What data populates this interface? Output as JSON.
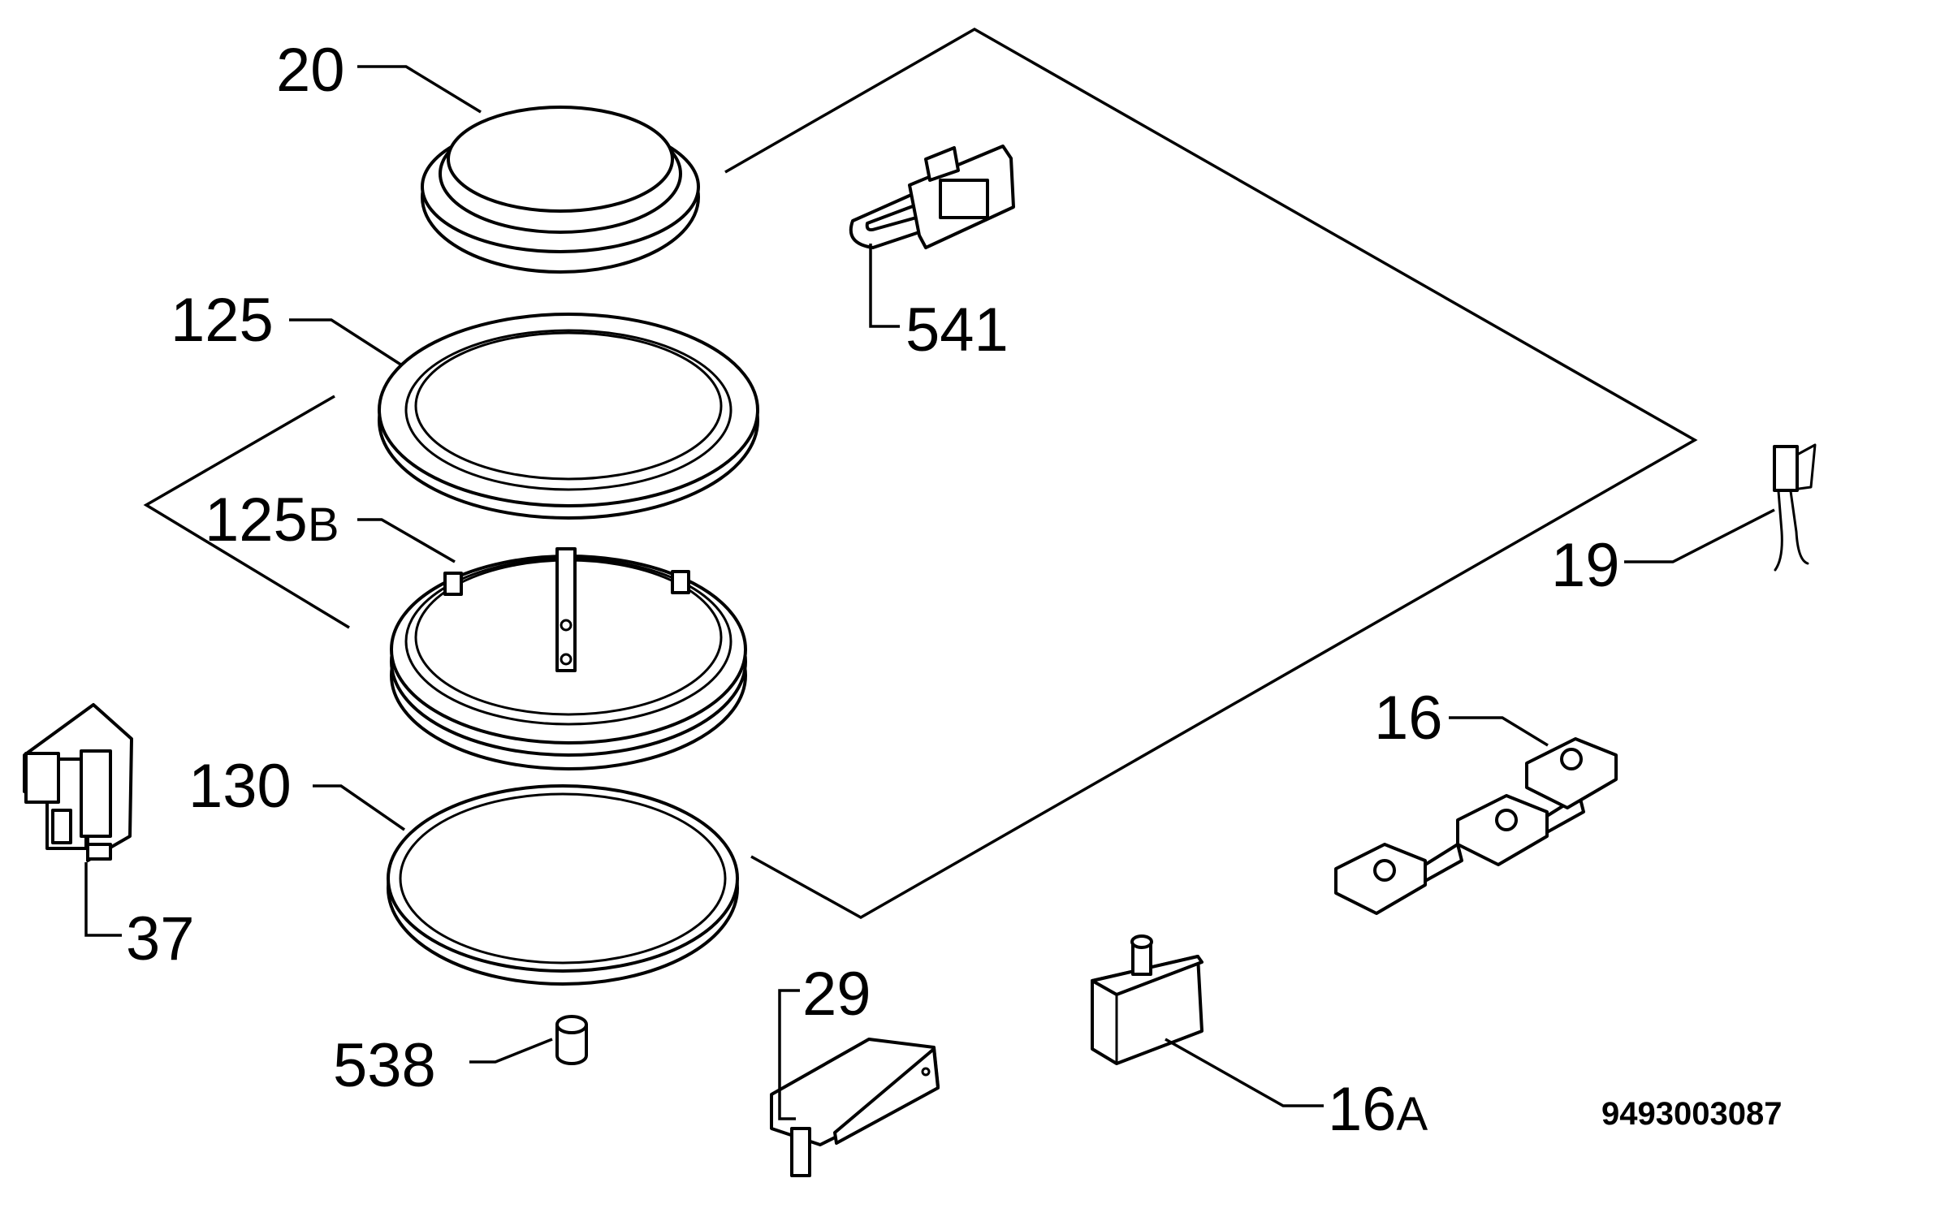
{
  "diagram": {
    "document_number": "9493003087",
    "callouts": {
      "p20": "20",
      "p541": "541",
      "p125": "125",
      "p125b_num": "125",
      "p125b_suffix": "B",
      "p19": "19",
      "p16": "16",
      "p130": "130",
      "p37": "37",
      "p29": "29",
      "p538": "538",
      "p16a_num": "16",
      "p16a_suffix": "A"
    }
  }
}
